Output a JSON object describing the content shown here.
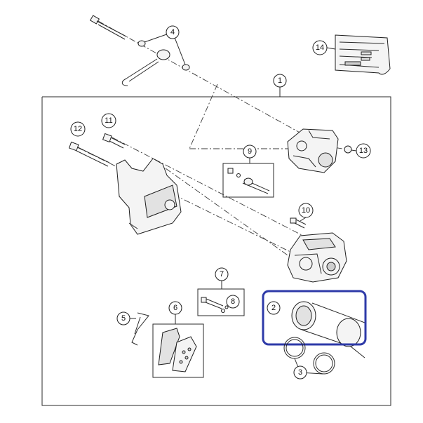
{
  "callouts": {
    "c1": "1",
    "c2": "2",
    "c3": "3",
    "c4": "4",
    "c5": "5",
    "c6": "6",
    "c7": "7",
    "c8": "8",
    "c9": "9",
    "c10": "10",
    "c11": "11",
    "c12": "12",
    "c13": "13",
    "c14": "14"
  },
  "highlight": {
    "color": "#2e3aa8"
  }
}
